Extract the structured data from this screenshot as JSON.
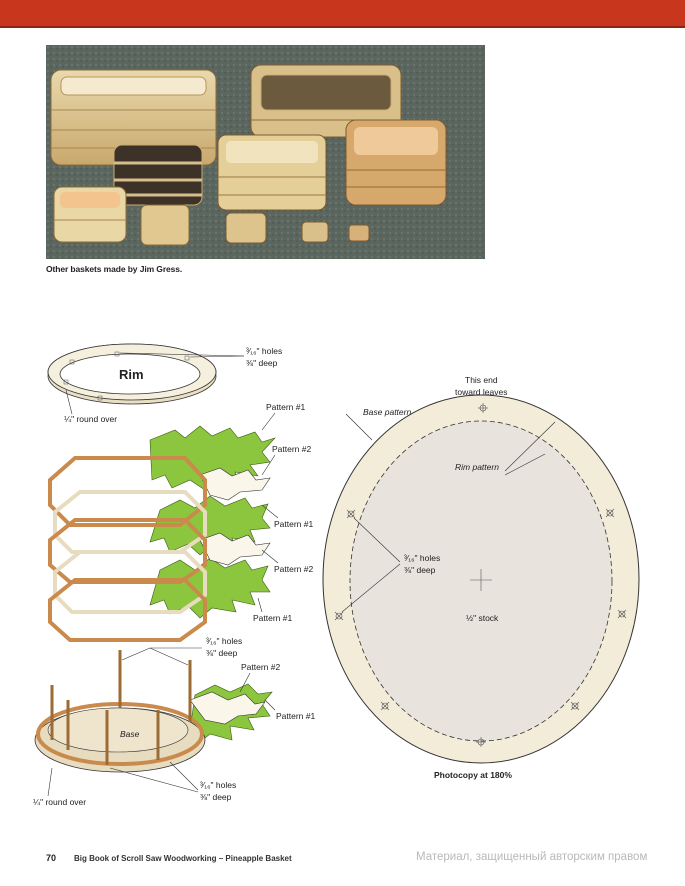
{
  "photo": {
    "caption": "Other baskets made by Jim Gress."
  },
  "rim_diagram": {
    "title": "Rim",
    "holes_line1": "³⁄₁₆\" holes",
    "holes_line2": "⅜\" deep",
    "round_over": "¼\" round over"
  },
  "stack_diagram": {
    "labels": [
      "Pattern #1",
      "Pattern #2",
      "Pattern #1",
      "Pattern #2",
      "Pattern #1"
    ]
  },
  "base_assembly": {
    "top_holes_line1": "³⁄₁₆\" holes",
    "top_holes_line2": "⅜\" deep",
    "pattern2": "Pattern #2",
    "pattern1": "Pattern #1",
    "base_label": "Base",
    "bottom_holes_line1": "³⁄₁₆\" holes",
    "bottom_holes_line2": "⅜\" deep",
    "round_over": "¼\" round over"
  },
  "pattern": {
    "this_end_line1": "This end",
    "this_end_line2": "toward leaves",
    "base_pattern": "Base pattern",
    "rim_pattern": "Rim pattern",
    "holes_line1": "³⁄₁₆\" holes",
    "holes_line2": "⅜\" deep",
    "stock": "½\" stock",
    "photocopy": "Photocopy at 180%"
  },
  "footer": {
    "page_number": "70",
    "book_title": "Big Book of Scroll Saw Woodworking  –  Pineapple Basket",
    "watermark": "Материал, защищенный авторским правом"
  },
  "colors": {
    "header_bar": "#c8361d",
    "leaf_green": "#8cc63f",
    "wood": "#f3ecd9",
    "rim_wood": "#c98a4b"
  }
}
